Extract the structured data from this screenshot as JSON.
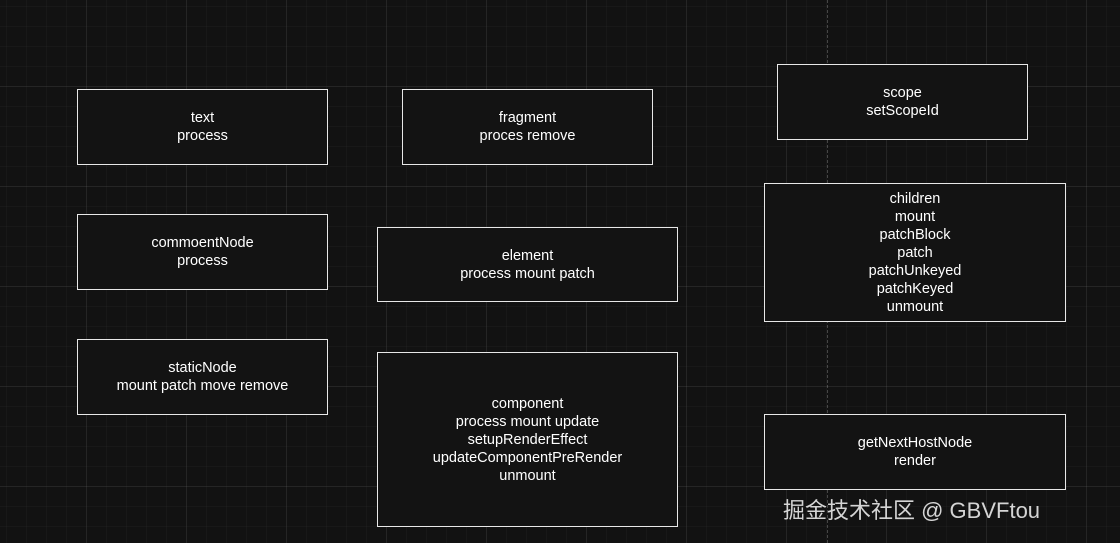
{
  "nodes": [
    {
      "id": "text",
      "lines": [
        "text",
        "process"
      ]
    },
    {
      "id": "fragment",
      "lines": [
        "fragment",
        "proces remove"
      ]
    },
    {
      "id": "scope",
      "lines": [
        "scope",
        "setScopeId"
      ]
    },
    {
      "id": "commoentnode",
      "lines": [
        "commoentNode",
        "process"
      ]
    },
    {
      "id": "element",
      "lines": [
        "element",
        "process mount patch"
      ]
    },
    {
      "id": "children",
      "lines": [
        "children",
        "mount",
        "patchBlock",
        "patch",
        "patchUnkeyed",
        "patchKeyed",
        "unmount"
      ]
    },
    {
      "id": "staticnode",
      "lines": [
        "staticNode",
        "mount patch move remove"
      ]
    },
    {
      "id": "component",
      "lines": [
        "component",
        "process mount update",
        "setupRenderEffect",
        "updateComponentPreRender",
        "unmount"
      ]
    },
    {
      "id": "getnexthostnode",
      "lines": [
        "getNextHostNode",
        "render"
      ]
    }
  ],
  "watermark": "掘金技术社区 @ GBVFtou"
}
